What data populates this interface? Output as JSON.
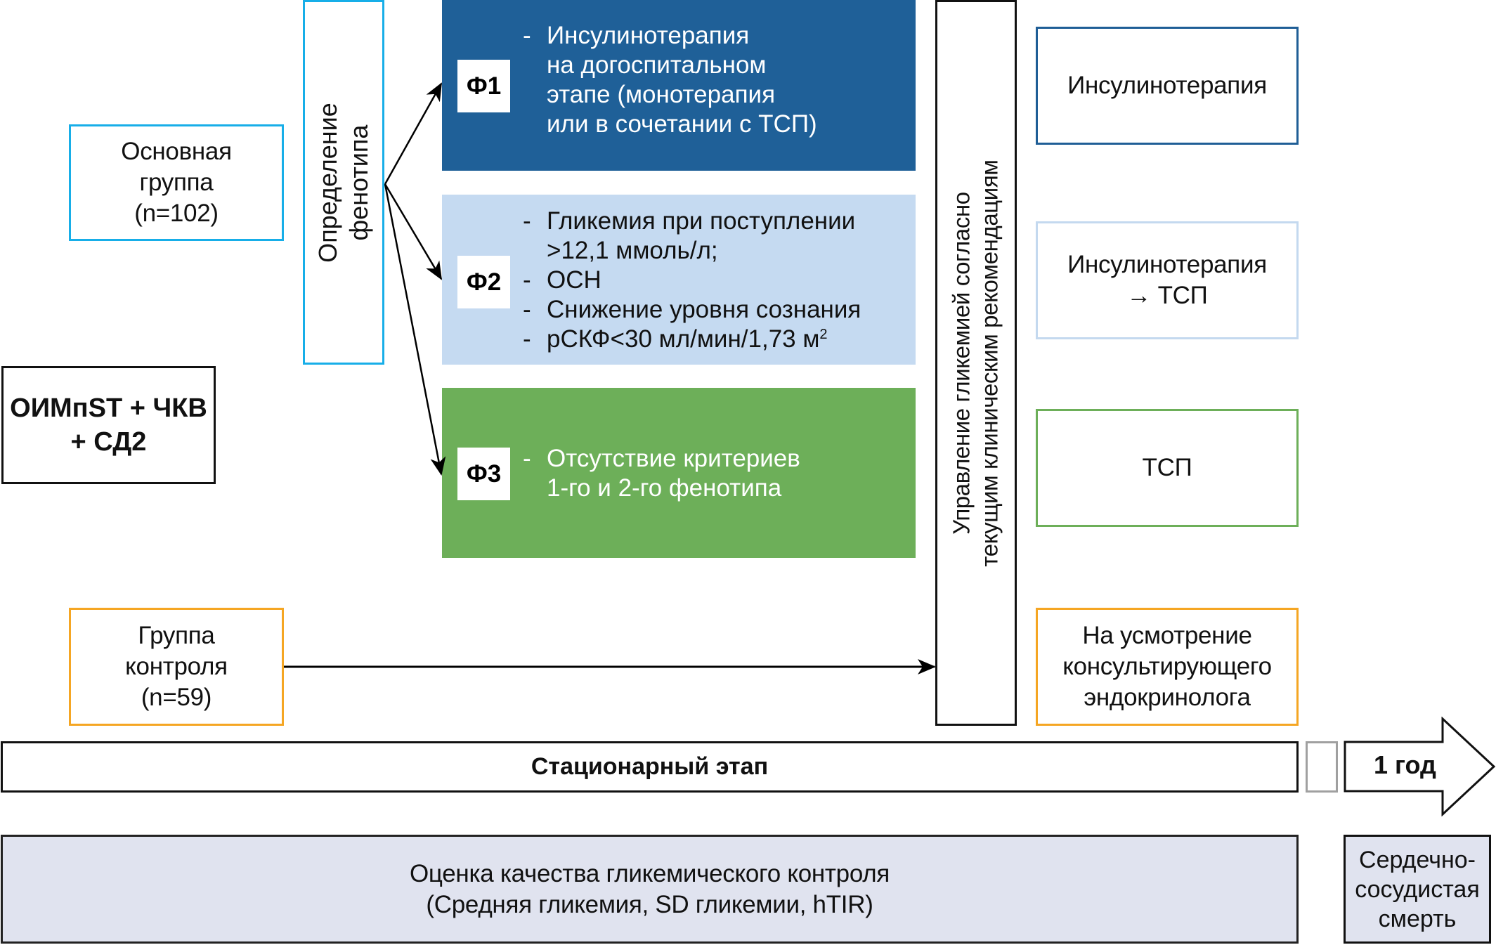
{
  "diagram": {
    "condition": {
      "lines": [
        "ОИМпST + ЧКВ",
        "+ СД2"
      ]
    },
    "main_group": {
      "lines": [
        "Основная",
        "группа",
        "(n=102)"
      ]
    },
    "control_group": {
      "lines": [
        "Группа",
        "контроля",
        "(n=59)"
      ]
    },
    "phenotyping": {
      "lines": [
        "Определение",
        "фенотипа"
      ]
    },
    "phenotypes": [
      {
        "label": "Ф1",
        "criteria": [
          {
            "lines": [
              "Инсулинотерапия",
              "на догоспитальном",
              "этапе (монотерапия",
              "или в сочетании с ТСП)"
            ]
          }
        ]
      },
      {
        "label": "Ф2",
        "criteria": [
          {
            "lines": [
              "Гликемия при поступлении",
              ">12,1 ммоль/л;"
            ]
          },
          {
            "lines": [
              "ОСН"
            ]
          },
          {
            "lines": [
              "Снижение уровня сознания"
            ]
          },
          {
            "lines": [
              "рСКФ<30 мл/мин/1,73 м"
            ],
            "superscript": "2"
          }
        ]
      },
      {
        "label": "Ф3",
        "criteria": [
          {
            "lines": [
              "Отсутствие критериев",
              "1-го и 2-го фенотипа"
            ]
          }
        ]
      }
    ],
    "management": {
      "lines": [
        "Управление гликемией согласно",
        "текущим клиническим рекомендациям"
      ]
    },
    "outcomes": [
      {
        "lines": [
          "Инсулинотерапия"
        ]
      },
      {
        "lines": [
          "Инсулинотерапия",
          "→ ТСП"
        ]
      },
      {
        "lines": [
          "ТСП"
        ]
      },
      {
        "lines": [
          "На усмотрение",
          "консультирующего",
          "эндокринолога"
        ]
      }
    ],
    "timeline": {
      "stationary_label": "Стационарный этап",
      "follow_up_label": "1 год"
    },
    "assessment": {
      "lines": [
        "Оценка качества гликемического контроля",
        "(Средняя гликемия, SD гликемии, hTIR)"
      ]
    },
    "endpoint": {
      "lines": [
        "Сердечно-",
        "сосудистая",
        "смерть"
      ]
    },
    "colors": {
      "phenotype1": "#1f6098",
      "phenotype2": "#c5daf1",
      "phenotype3": "#6daf59",
      "main_group_border": "#17aee8",
      "control_group_border": "#f5a623",
      "assessment_fill": "#e0e3ef"
    }
  }
}
